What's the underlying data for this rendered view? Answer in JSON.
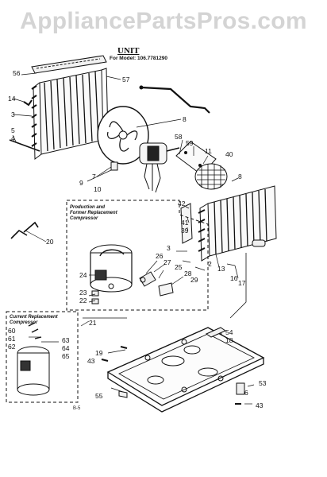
{
  "watermark": "AppliancePartsPros.com",
  "header": {
    "title": "UNIT",
    "subtitle": "For Model: 106.7781290"
  },
  "boxes": {
    "production": [
      "Production and",
      "Former Replacement",
      "Compressor"
    ],
    "current": [
      "Current Replacement",
      "Compressor"
    ]
  },
  "callouts": {
    "c56": "56",
    "c57": "57",
    "c14": "14",
    "c3a": "3",
    "c5": "5",
    "c4": "4",
    "c8a": "8",
    "c58": "58",
    "c59": "59",
    "c11": "11",
    "c40": "40",
    "c7": "7",
    "c9": "9",
    "c10": "10",
    "c8b": "8",
    "c42": "42",
    "c41": "41",
    "c39": "39",
    "c20": "20",
    "c3b": "3",
    "c26": "26",
    "c27": "27",
    "c25": "25",
    "c2": "2",
    "c28": "28",
    "c13": "13",
    "c24": "24",
    "c29": "29",
    "c16": "16",
    "c17": "17",
    "c23": "23",
    "c22": "22",
    "c21": "21",
    "c60": "60",
    "c61": "61",
    "c62": "62",
    "c63": "63",
    "c64": "64",
    "c65": "65",
    "c54": "54",
    "c18": "18",
    "c19": "19",
    "c43a": "43",
    "c53": "53",
    "c55": "55",
    "c6": "6",
    "c43b": "43"
  },
  "footer": "B-5"
}
